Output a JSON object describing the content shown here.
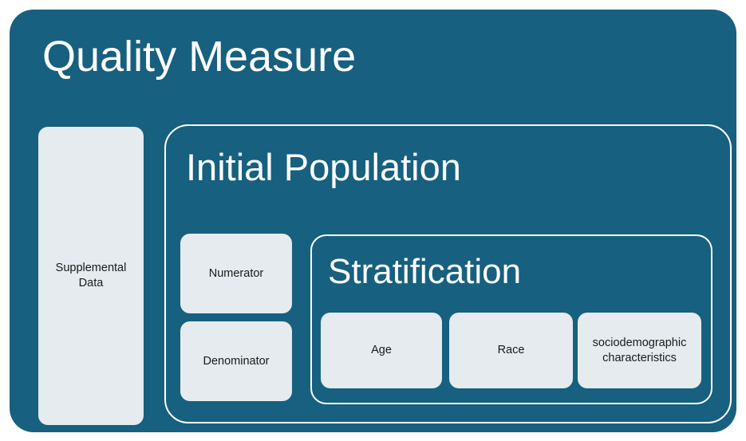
{
  "diagram": {
    "title": "Quality Measure",
    "accent_color": "#17607F",
    "leaf_color": "#E5EBEF",
    "border_color": "#FFFFFF",
    "text_color_on_accent": "#FFFFFF",
    "text_color_on_leaf": "#1A1A1A",
    "supplemental_data": {
      "label": "Supplemental\nData",
      "line1": "Supplemental",
      "line2": "Data"
    },
    "initial_population": {
      "title": "Initial Population",
      "numerator": {
        "label": "Numerator"
      },
      "denominator": {
        "label": "Denominator"
      },
      "stratification": {
        "title": "Stratification",
        "items": [
          {
            "label": "Age"
          },
          {
            "label": "Race"
          },
          {
            "line1": "sociodemographic",
            "line2": "characteristics"
          }
        ]
      }
    }
  }
}
